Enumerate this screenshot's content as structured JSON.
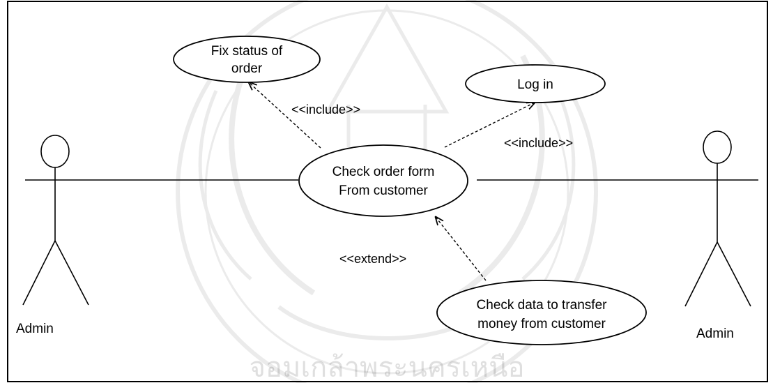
{
  "diagram": {
    "actors": [
      {
        "id": "admin-left",
        "label": "Admin"
      },
      {
        "id": "admin-right",
        "label": "Admin"
      }
    ],
    "use_cases": [
      {
        "id": "fix-status",
        "lines": [
          "Fix status of",
          "order"
        ]
      },
      {
        "id": "log-in",
        "lines": [
          "Log in"
        ]
      },
      {
        "id": "check-order",
        "lines": [
          "Check order form",
          "From customer"
        ]
      },
      {
        "id": "check-transfer",
        "lines": [
          "Check data to transfer",
          "money from customer"
        ]
      }
    ],
    "relationships": [
      {
        "id": "include-fix",
        "label": "<<include>>",
        "from": "check-order",
        "to": "fix-status",
        "type": "include"
      },
      {
        "id": "include-login",
        "label": "<<include>>",
        "from": "check-order",
        "to": "log-in",
        "type": "include"
      },
      {
        "id": "extend-transfer",
        "label": "<<extend>>",
        "from": "check-transfer",
        "to": "check-order",
        "type": "extend"
      }
    ],
    "associations": [
      {
        "from": "admin-left",
        "to": "check-order"
      },
      {
        "from": "admin-right",
        "to": "check-order"
      }
    ],
    "watermark_text": "จอมเกล้าพระนครเหนือ"
  }
}
